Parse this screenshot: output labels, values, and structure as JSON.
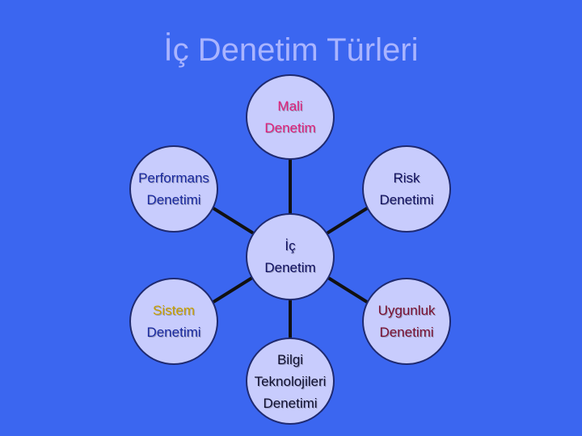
{
  "title": "İç Denetim Türleri",
  "colors": {
    "background": "#3b66f0",
    "title": "#a9b4ff",
    "node_fill": "#c8ccfd",
    "link": "#111111"
  },
  "nodes": {
    "mali": {
      "line1": "Mali",
      "line2": "Denetim",
      "color": "#e0207a"
    },
    "performans": {
      "line1": "Performans",
      "line2": "Denetimi",
      "color_line1": "#1a2aa0",
      "color_line2": "#1a2aa0"
    },
    "risk": {
      "line1": "Risk",
      "line2": "Denetimi",
      "color": "#101060"
    },
    "ic": {
      "line1": "İç",
      "line2": "Denetim",
      "color": "#101060"
    },
    "sistem": {
      "line1": "Sistem",
      "line2": "Denetimi",
      "color_line1": "#c8a000",
      "color_line2": "#1a2aa0"
    },
    "uygunluk": {
      "line1": "Uygunluk",
      "line2": "Denetimi",
      "color": "#7a1030"
    },
    "bilgi": {
      "line1": "Bilgi",
      "line2": "Teknolojileri",
      "line3": "Denetimi",
      "color": "#101030"
    }
  }
}
